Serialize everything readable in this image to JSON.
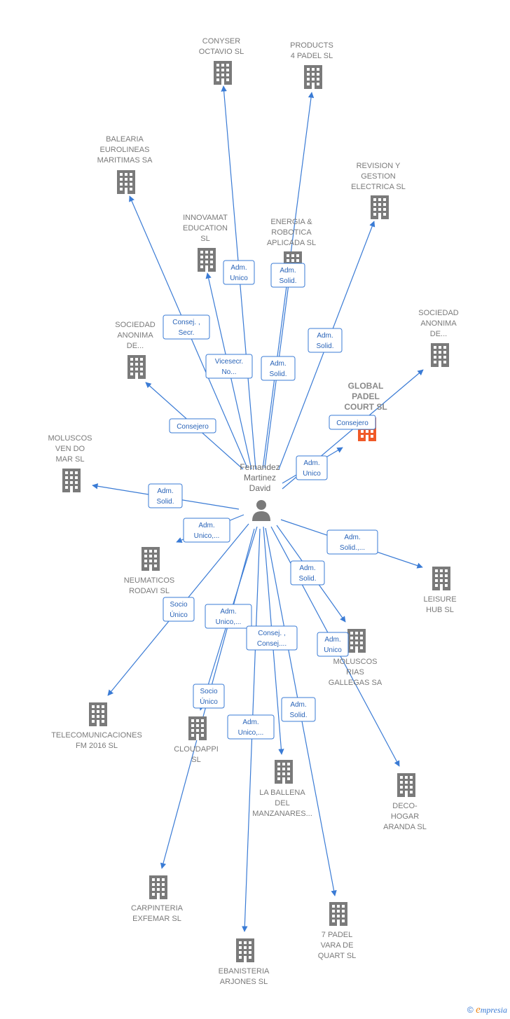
{
  "colors": {
    "edge": "#3a7bd5",
    "company": "#7a7a7a",
    "focus": "#f05a28",
    "person": "#7a7a7a"
  },
  "person": {
    "name_lines": [
      "Fernandez",
      "Martinez",
      "David"
    ],
    "icon": "person-icon"
  },
  "companies": [
    {
      "id": "conyser",
      "lines": [
        "CONYSER",
        "OCTAVIO SL"
      ]
    },
    {
      "id": "products4padel",
      "lines": [
        "PRODUCTS",
        "4 PADEL  SL"
      ]
    },
    {
      "id": "balearia",
      "lines": [
        "BALEARIA",
        "EUROLINEAS",
        "MARITIMAS SA"
      ]
    },
    {
      "id": "revision",
      "lines": [
        "REVISION Y",
        "GESTION",
        "ELECTRICA SL"
      ]
    },
    {
      "id": "innovamat",
      "lines": [
        "INNOVAMAT",
        "EDUCATION",
        "SL"
      ]
    },
    {
      "id": "energia",
      "lines": [
        "ENERGIA &",
        "ROBOTICA",
        "APLICADA  SL"
      ]
    },
    {
      "id": "sociedad1",
      "lines": [
        "SOCIEDAD",
        "ANONIMA",
        "DE..."
      ]
    },
    {
      "id": "sociedad2",
      "lines": [
        "SOCIEDAD",
        "ANONIMA",
        "DE..."
      ]
    },
    {
      "id": "globalpadel",
      "lines": [
        "GLOBAL",
        "PADEL",
        "COURT  SL"
      ],
      "focus": true
    },
    {
      "id": "moluscosvendo",
      "lines": [
        "MOLUSCOS",
        "VEN DO",
        "MAR  SL"
      ]
    },
    {
      "id": "neumaticos",
      "lines": [
        "NEUMATICOS",
        "RODAVI SL"
      ]
    },
    {
      "id": "leisurehub",
      "lines": [
        "LEISURE",
        "HUB  SL"
      ]
    },
    {
      "id": "moluscosrias",
      "lines": [
        "MOLUSCOS",
        "RIAS",
        "GALLEGAS SA"
      ]
    },
    {
      "id": "telecom",
      "lines": [
        "TELECOMUNICACIONES",
        "FM 2016  SL"
      ]
    },
    {
      "id": "cloudappi",
      "lines": [
        "CLOUDAPPI",
        "SL"
      ]
    },
    {
      "id": "laballena",
      "lines": [
        "LA BALLENA",
        "DEL",
        "MANZANARES..."
      ]
    },
    {
      "id": "decohogar",
      "lines": [
        "DECO-",
        "HOGAR",
        "ARANDA  SL"
      ]
    },
    {
      "id": "carpinteria",
      "lines": [
        "CARPINTERIA",
        "EXFEMAR  SL"
      ]
    },
    {
      "id": "7padel",
      "lines": [
        "7 PADEL",
        "VARA DE",
        "QUART  SL"
      ]
    },
    {
      "id": "ebanisteria",
      "lines": [
        "EBANISTERIA",
        "ARJONES  SL"
      ]
    }
  ],
  "relations": [
    {
      "to": "conyser",
      "lines": [
        "Adm.",
        "Unico"
      ]
    },
    {
      "to": "products4padel",
      "lines": [
        "Adm.",
        "Solid."
      ]
    },
    {
      "to": "balearia",
      "lines": [
        "Consej. ,",
        "Secr."
      ]
    },
    {
      "to": "revision",
      "lines": [
        "Adm.",
        "Solid."
      ]
    },
    {
      "to": "innovamat",
      "lines": [
        "Vicesecr.",
        "No..."
      ]
    },
    {
      "to": "energia",
      "lines": [
        "Adm.",
        "Solid."
      ]
    },
    {
      "to": "sociedad1",
      "lines": [
        "Consejero"
      ]
    },
    {
      "to": "sociedad2",
      "lines": [
        "Consejero"
      ]
    },
    {
      "to": "globalpadel",
      "lines": [
        "Adm.",
        "Unico"
      ]
    },
    {
      "to": "moluscosvendo",
      "lines": [
        "Adm.",
        "Solid."
      ]
    },
    {
      "to": "neumaticos",
      "lines": [
        "Adm.",
        "Unico,..."
      ]
    },
    {
      "to": "leisurehub",
      "lines": [
        "Adm.",
        "Solid.,..."
      ]
    },
    {
      "to": "moluscosrias",
      "lines": [
        "Adm.",
        "Solid."
      ]
    },
    {
      "to": "telecom",
      "lines": [
        "Socio",
        "Único"
      ]
    },
    {
      "to": "cloudappi",
      "lines": [
        "Adm.",
        "Unico,..."
      ]
    },
    {
      "to": "laballena",
      "lines": [
        "Consej. ,",
        "Consej...."
      ]
    },
    {
      "to": "decohogar",
      "lines": [
        "Adm.",
        "Unico"
      ]
    },
    {
      "to": "carpinteria",
      "lines": [
        "Socio",
        "Único"
      ]
    },
    {
      "to": "7padel",
      "lines": [
        "Adm.",
        "Solid."
      ]
    },
    {
      "to": "ebanisteria",
      "lines": [
        "Adm.",
        "Unico,..."
      ]
    }
  ],
  "footer": {
    "copyright": "©",
    "brand_initial": "e",
    "brand_rest": "mpresia"
  }
}
